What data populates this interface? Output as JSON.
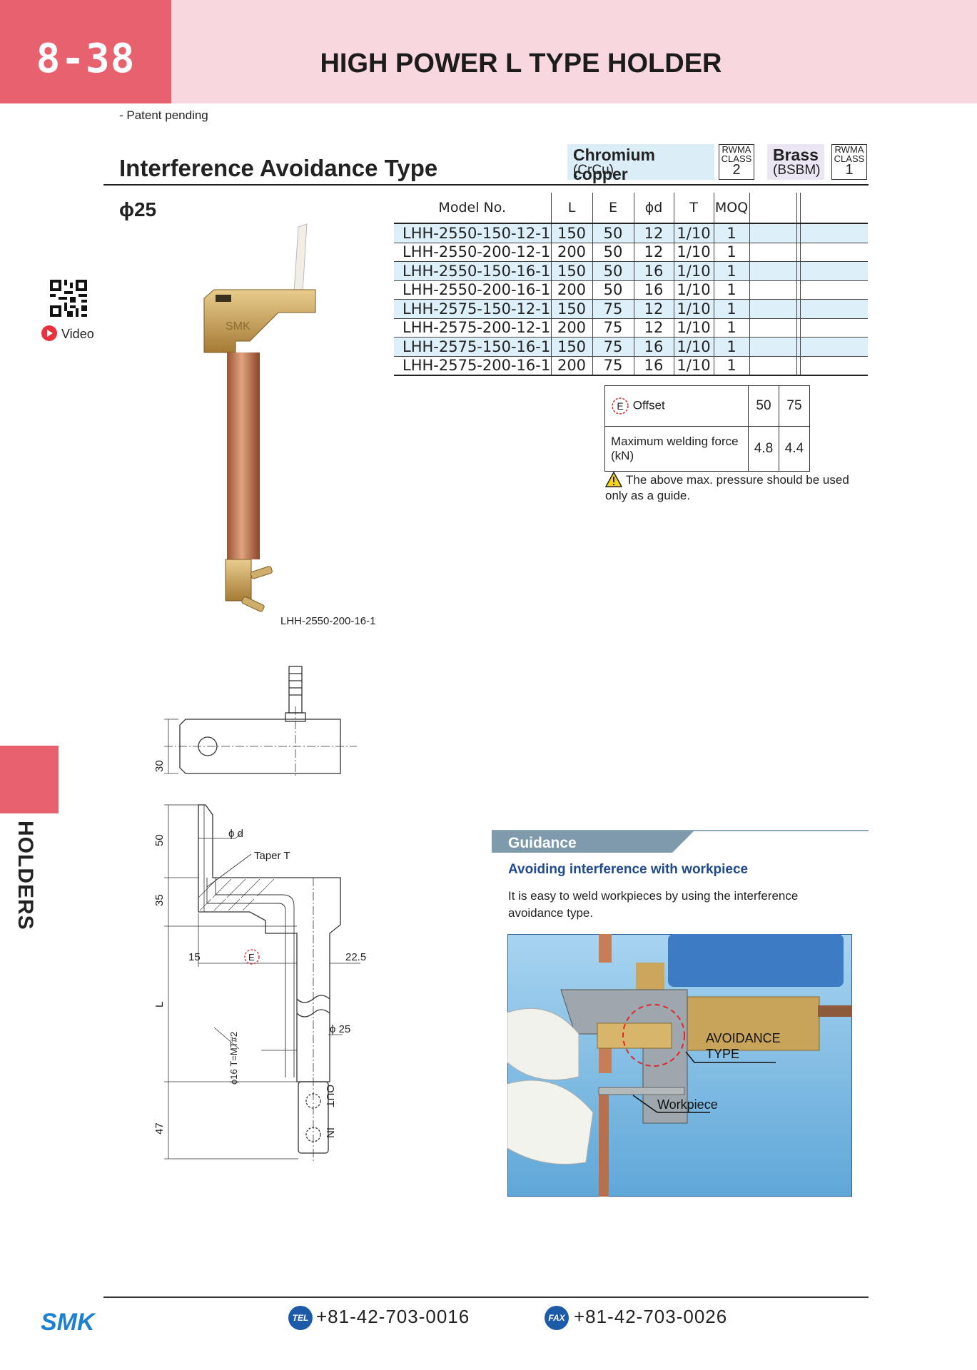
{
  "header": {
    "page_number": "8-38",
    "title": "HIGH POWER L TYPE HOLDER"
  },
  "patent_note": "- Patent pending",
  "section_title": "Interference Avoidance Type",
  "materials": [
    {
      "name": "Chromium copper",
      "symbol": "(CrCu)",
      "rwma": "RWMA",
      "class_label": "CLASS",
      "class": "2"
    },
    {
      "name": "Brass",
      "symbol": "(BSBM)",
      "rwma": "RWMA",
      "class_label": "CLASS",
      "class": "1"
    }
  ],
  "diameter_label": "ϕ25",
  "video_label": "Video",
  "photo_caption": "LHH-2550-200-16-1",
  "table": {
    "headers": [
      "Model No.",
      "L",
      "E",
      "ϕd",
      "T",
      "MOQ"
    ],
    "rows": [
      [
        "LHH-2550-150-12-1",
        "150",
        "50",
        "12",
        "1/10",
        "1"
      ],
      [
        "LHH-2550-200-12-1",
        "200",
        "50",
        "12",
        "1/10",
        "1"
      ],
      [
        "LHH-2550-150-16-1",
        "150",
        "50",
        "16",
        "1/10",
        "1"
      ],
      [
        "LHH-2550-200-16-1",
        "200",
        "50",
        "16",
        "1/10",
        "1"
      ],
      [
        "LHH-2575-150-12-1",
        "150",
        "75",
        "12",
        "1/10",
        "1"
      ],
      [
        "LHH-2575-200-12-1",
        "200",
        "75",
        "12",
        "1/10",
        "1"
      ],
      [
        "LHH-2575-150-16-1",
        "150",
        "75",
        "16",
        "1/10",
        "1"
      ],
      [
        "LHH-2575-200-16-1",
        "200",
        "75",
        "16",
        "1/10",
        "1"
      ]
    ]
  },
  "offset_table": {
    "e_mark": "E",
    "offset_label": "Offset",
    "offset_values": [
      "50",
      "75"
    ],
    "force_label": "Maximum welding force\n(kN)",
    "force_values": [
      "4.8",
      "4.4"
    ]
  },
  "warning_note": "The above max. pressure should be used only as a guide.",
  "drawing_labels": {
    "dim_30": "30",
    "dim_50": "50",
    "dim_35": "35",
    "dim_L": "L",
    "dim_47": "47",
    "phi_d": "ϕ d",
    "taper": "Taper T",
    "dim_15": "15",
    "e_mark": "E",
    "dim_22_5": "22.5",
    "phi16": "ϕ16 T=MT#2",
    "phi25": "ϕ 25",
    "out": "OUT",
    "in": "IN"
  },
  "sidebar_label": "HOLDERS",
  "guidance": {
    "tab": "Guidance",
    "subtitle": "Avoiding interference with workpiece",
    "text": "It is easy to weld workpieces by using the interference avoidance type.",
    "image_labels": {
      "avoidance_1": "AVOIDANCE",
      "avoidance_2": "TYPE",
      "workpiece": "Workpiece"
    }
  },
  "footer": {
    "logo": "SMK",
    "tel_badge": "TEL",
    "tel": "+81-42-703-0016",
    "fax_badge": "FAX",
    "fax": "+81-42-703-0026"
  },
  "colors": {
    "accent_pink": "#e8616f",
    "header_bg": "#f8d7de",
    "table_alt": "#ddf0fa",
    "guidance_blue": "#1f4a8e",
    "logo_blue": "#1d7fd0"
  }
}
